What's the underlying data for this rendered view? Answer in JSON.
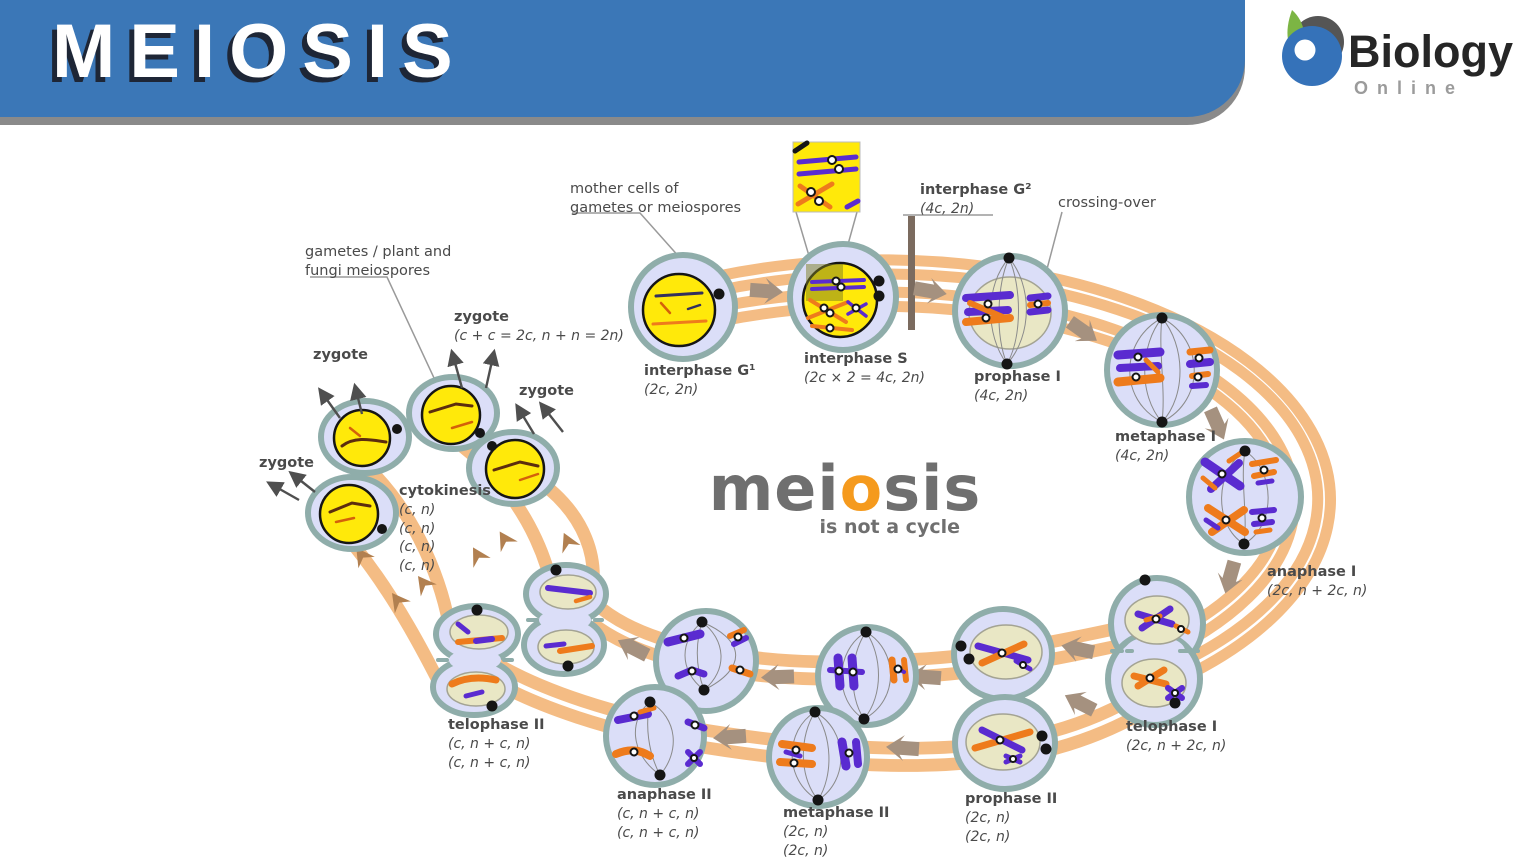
{
  "header": {
    "title": "MEIOSIS",
    "brand": {
      "name": "Biology",
      "sub": "Online"
    }
  },
  "center": {
    "word_pre": "mei",
    "word_o": "o",
    "word_post": "sis",
    "subtitle": "is not a cycle"
  },
  "labels": {
    "mother_cells_1": "mother cells of",
    "mother_cells_2": "gametes or meiospores",
    "gametes_note_1": "gametes / plant and",
    "gametes_note_2": "fungi meiospores",
    "crossing_over": "crossing-over",
    "zygote": "zygote",
    "zygote_formula": "(c + c = 2c, n + n = 2n)"
  },
  "stages": {
    "interphase_g1": {
      "name": "interphase G¹",
      "f1": "(2c, 2n)"
    },
    "interphase_s": {
      "name": "interphase S",
      "f1": "(2c × 2 = 4c, 2n)"
    },
    "interphase_g2": {
      "name": "interphase G²",
      "f1": "(4c, 2n)"
    },
    "prophase_1": {
      "name": "prophase I",
      "f1": "(4c, 2n)"
    },
    "metaphase_1": {
      "name": "metaphase I",
      "f1": "(4c, 2n)"
    },
    "anaphase_1": {
      "name": "anaphase I",
      "f1": "(2c, n + 2c, n)"
    },
    "telophase_1": {
      "name": "telophase I",
      "f1": "(2c, n + 2c, n)"
    },
    "prophase_2": {
      "name": "prophase II",
      "f1": "(2c, n)",
      "f2": "(2c, n)"
    },
    "metaphase_2": {
      "name": "metaphase II",
      "f1": "(2c, n)",
      "f2": "(2c, n)"
    },
    "anaphase_2": {
      "name": "anaphase II",
      "f1": "(c, n + c, n)",
      "f2": "(c, n + c, n)"
    },
    "telophase_2": {
      "name": "telophase II",
      "f1": "(c, n + c, n)",
      "f2": "(c, n + c, n)"
    },
    "cytokinesis": {
      "name": "cytokinesis",
      "f1": "(c, n)",
      "f2": "(c, n)",
      "f3": "(c, n)",
      "f4": "(c, n)"
    }
  },
  "colors": {
    "header_blue": "#3b77b7",
    "band_orange": "#f4bc84",
    "cell_fill": "#dbdef8",
    "cell_border": "#8fadaa",
    "nucleus_yellow": "#ffe90a",
    "nucleus_beige": "#e9e7c5",
    "chromosome_purple": "#5a2bd0",
    "chromosome_orange": "#ee7b1c",
    "meiosis_gray": "#6f6f6f",
    "meiosis_o_orange": "#f59a1d",
    "logo_green": "#7cb544",
    "logo_blue": "#3572b9"
  }
}
